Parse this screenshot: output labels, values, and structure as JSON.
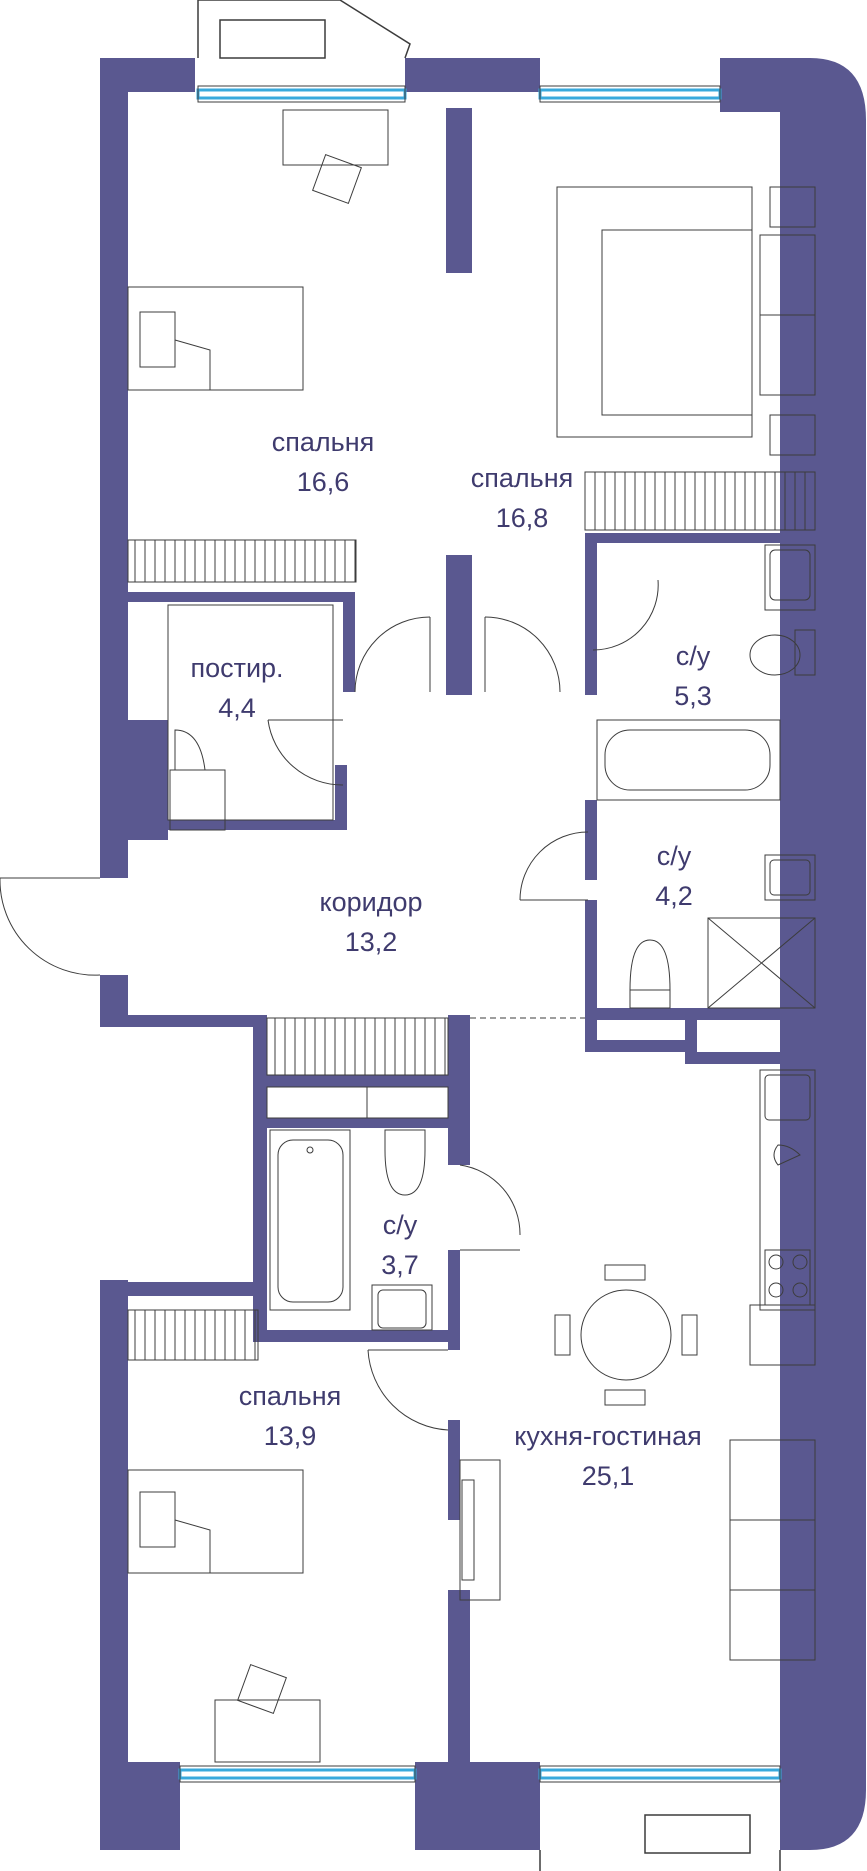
{
  "colors": {
    "wall": "#5a5890",
    "text": "#3f3b6e",
    "window": "#39a9dc",
    "furniture": "#3c3c3c"
  },
  "rooms": [
    {
      "id": "bedroom-1",
      "name": "спальня",
      "area": "16,6"
    },
    {
      "id": "bedroom-2",
      "name": "спальня",
      "area": "16,8"
    },
    {
      "id": "bathroom-1",
      "name": "с/у",
      "area": "5,3"
    },
    {
      "id": "storage",
      "name": "постир.",
      "area": "4,4"
    },
    {
      "id": "bathroom-2",
      "name": "с/у",
      "area": "4,2"
    },
    {
      "id": "corridor",
      "name": "коридор",
      "area": "13,2"
    },
    {
      "id": "bathroom-3",
      "name": "с/у",
      "area": "3,7"
    },
    {
      "id": "bedroom-3",
      "name": "спальня",
      "area": "13,9"
    },
    {
      "id": "kitchen-living",
      "name": "кухня-гостиная",
      "area": "25,1"
    }
  ]
}
